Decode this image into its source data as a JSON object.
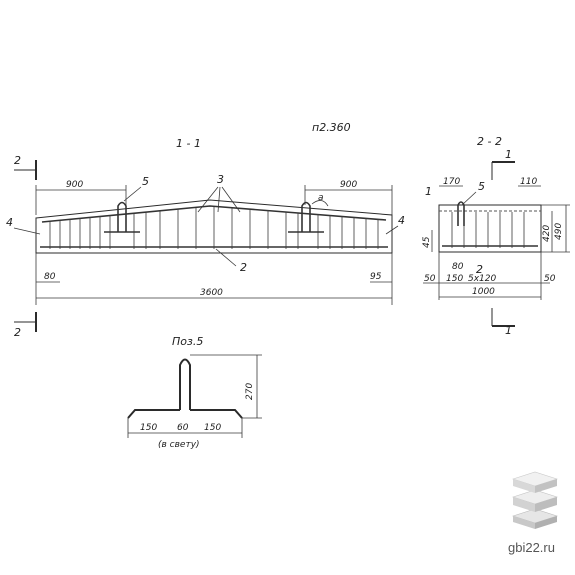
{
  "labels": {
    "section_1": "1 - 1",
    "section_2": "2 - 2",
    "plate": "п2.360",
    "cut_1": "1",
    "cut_2": "2",
    "pos_2": "2",
    "pos_3": "3",
    "pos_4": "4",
    "pos_5": "5",
    "pos_a": "a"
  },
  "dims_main": {
    "left_900": "900",
    "right_900": "900",
    "d_80": "80",
    "d_95": "95",
    "total_3600": "3600"
  },
  "dims_section": {
    "d_170": "170",
    "d_110": "110",
    "d_490": "490",
    "d_420": "420",
    "d_45": "45",
    "d_80": "80",
    "d_50l": "50",
    "d_150": "150",
    "d_5x120": "5x120",
    "d_50r": "50",
    "d_1000": "1000"
  },
  "detail": {
    "title": "Поз.5",
    "d_270": "270",
    "d_150l": "150",
    "d_60": "60",
    "d_150r": "150",
    "note": "(в свету)"
  },
  "watermark": "gbi22.ru"
}
